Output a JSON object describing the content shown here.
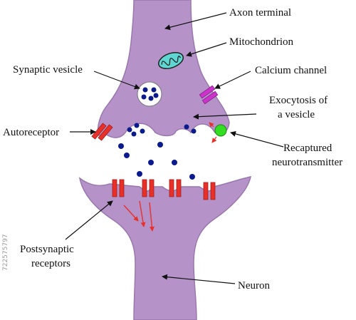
{
  "labels": {
    "axon_terminal": "Axon terminal",
    "mitochondrion": "Mitochondrion",
    "synaptic_vesicle": "Synaptic vesicle",
    "calcium_channel": "Calcium channel",
    "exocytosis_line1": "Exocytosis of",
    "exocytosis_line2": "a vesicle",
    "autoreceptor": "Autoreceptor",
    "recaptured_line1": "Recaptured",
    "recaptured_line2": "neurotransmitter",
    "postsynaptic_line1": "Postsynaptic",
    "postsynaptic_line2": "receptors",
    "neuron": "Neuron"
  },
  "watermark": {
    "stock_id": "722575797"
  },
  "colors": {
    "membrane": "#b593c9",
    "membrane_stroke": "#9a78ae",
    "neurotransmitter": "#0b1a8c",
    "mitochondrion": "#5ed6d2",
    "receptor": "#e8302a",
    "calcium_channel": "#cc33cc",
    "recaptured": "#33dd22",
    "arrow": "#e8302a"
  }
}
